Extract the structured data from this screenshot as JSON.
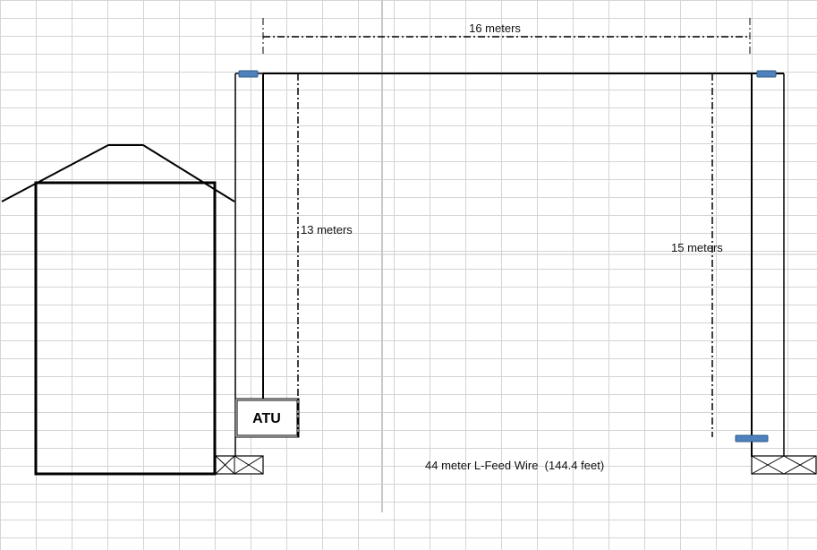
{
  "labels": {
    "top_span": "16 meters",
    "left_height": "13 meters",
    "right_height": "15 meters",
    "atu": "ATU",
    "wire": "44 meter L-Feed Wire  (144.4 feet)"
  },
  "colors": {
    "grid": "#d4d4d4",
    "ink": "#000000",
    "insulator": "#4f81bd"
  }
}
